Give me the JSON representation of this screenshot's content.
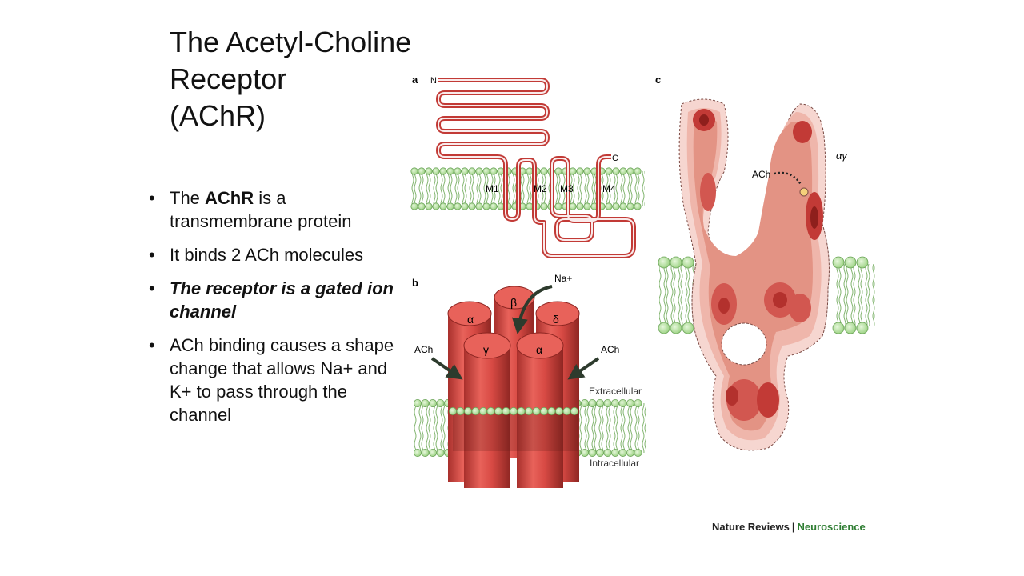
{
  "slide": {
    "title_lines": [
      "The Acetyl-Choline",
      "Receptor",
      "(AChR)"
    ],
    "bullets": [
      {
        "pre": "The ",
        "bold": "AChR",
        "post": " is a transmembrane protein"
      },
      {
        "text": "It binds 2 ACh molecules"
      },
      {
        "bold_italic": "The receptor is a gated ion channel"
      },
      {
        "text": "ACh binding causes a shape change that allows Na+ and K+ to pass through the channel"
      }
    ]
  },
  "figure": {
    "panel_a": {
      "label": "a",
      "n_terminus": "N",
      "c_terminus": "C",
      "segments": [
        "M1",
        "M2",
        "M3",
        "M4"
      ]
    },
    "panel_b": {
      "label": "b",
      "ion": "Na+",
      "subunits": [
        "β",
        "α",
        "δ",
        "γ",
        "α"
      ],
      "ach_left": "ACh",
      "ach_right": "ACh",
      "extracellular": "Extracellular",
      "intracellular": "Intracellular"
    },
    "panel_c": {
      "label": "c",
      "ach": "ACh",
      "subunit": "αγ"
    },
    "colors": {
      "protein": "#d84a44",
      "protein_dark": "#a8302c",
      "membrane_head": "#bfe6a8",
      "membrane_edge": "#6aa357",
      "density_light": "#f3c8c0",
      "density_dark": "#c23a36"
    }
  },
  "credit": {
    "journal": "Nature Reviews",
    "separator": "|",
    "section": "Neuroscience"
  }
}
